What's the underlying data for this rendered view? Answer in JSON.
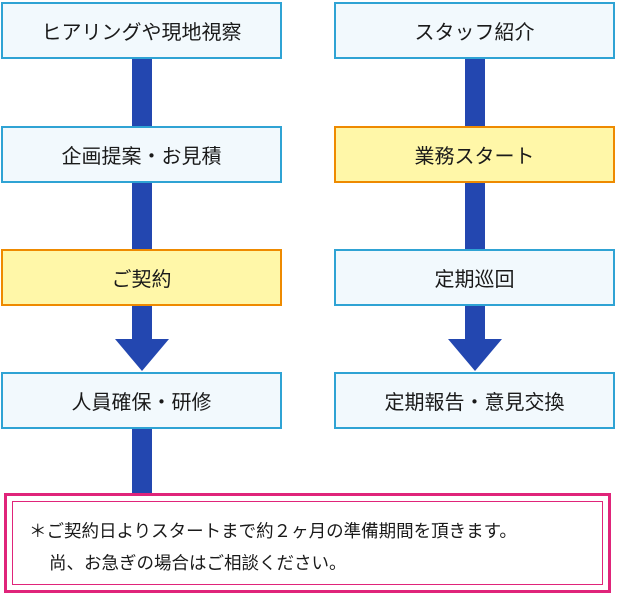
{
  "left_flow": {
    "steps": [
      {
        "label": "ヒアリングや現地視察",
        "highlight": false
      },
      {
        "label": "企画提案・お見積",
        "highlight": false
      },
      {
        "label": "ご契約",
        "highlight": true
      },
      {
        "label": "人員確保・研修",
        "highlight": false
      }
    ]
  },
  "right_flow": {
    "steps": [
      {
        "label": "スタッフ紹介",
        "highlight": false
      },
      {
        "label": "業務スタート",
        "highlight": true
      },
      {
        "label": "定期巡回",
        "highlight": false
      },
      {
        "label": "定期報告・意見交換",
        "highlight": false
      }
    ]
  },
  "notice": {
    "line1": "＊ご契約日よりスタートまで約２ヶ月の準備期間を頂きます。",
    "line2": "尚、お急ぎの場合はご相談ください。"
  },
  "colors": {
    "connector": "#2347b0",
    "step_border": "#2fa3d4",
    "step_fill": "#f2f9fd",
    "highlight_border": "#ee8a00",
    "highlight_fill": "#fff7a8",
    "notice_border": "#e0247a"
  }
}
